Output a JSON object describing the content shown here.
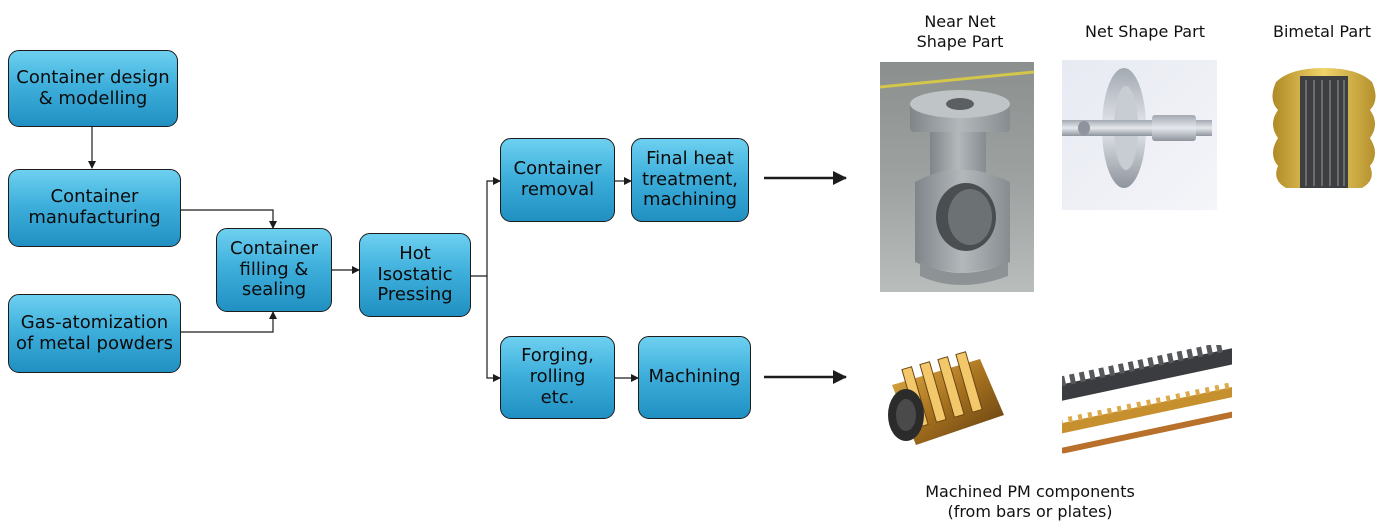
{
  "steps": {
    "container_design": "Container design\n& modelling",
    "container_manufacturing": "Container\nmanufacturing",
    "gas_atomization": "Gas-atomization\nof metal powders",
    "container_filling": "Container\nfilling &\nsealing",
    "hip": "Hot\nIsostatic\nPressing",
    "container_removal": "Container\nremoval",
    "final_heat": "Final heat\ntreatment,\nmachining",
    "forging": "Forging,\nrolling\netc.",
    "machining": "Machining"
  },
  "captions": {
    "near_net": "Near Net\nShape Part",
    "net_shape": "Net Shape Part",
    "bimetal": "Bimetal Part",
    "machined": "Machined PM components\n(from bars or plates)"
  },
  "colors": {
    "box_top": "#6ed0f0",
    "box_bottom": "#2090c2",
    "arrow": "#1c1c1c"
  }
}
